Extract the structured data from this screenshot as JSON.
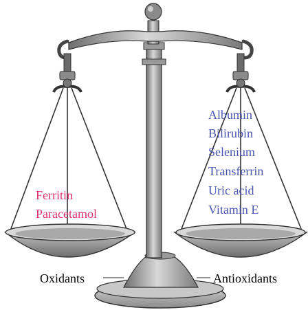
{
  "left_pan": {
    "label": "Oxidants",
    "items": [
      "Ferritin",
      "Paracetamol"
    ]
  },
  "right_pan": {
    "label": "Antioxidants",
    "items": [
      "Albumin",
      "Bilirubin",
      "Selenium",
      "Transferrin",
      "Uric acid",
      "Vitamin E"
    ]
  },
  "colors": {
    "oxidant_text": "#e0306a",
    "antioxidant_text": "#4a55b0",
    "scale_metal": "#8a8a8a"
  },
  "icon": "balance-scale-icon"
}
